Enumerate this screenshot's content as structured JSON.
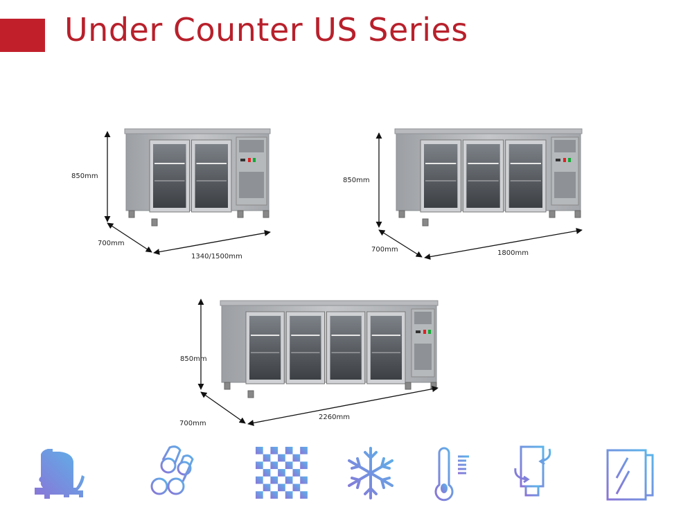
{
  "header": {
    "title": "Under Counter US Series",
    "accent_color": "#c1202b"
  },
  "products": [
    {
      "doors": 2,
      "height_label": "850mm",
      "depth_label": "700mm",
      "width_label": "1340/1500mm"
    },
    {
      "doors": 3,
      "height_label": "850mm",
      "depth_label": "700mm",
      "width_label": "1800mm"
    },
    {
      "doors": 4,
      "height_label": "850mm",
      "depth_label": "700mm",
      "width_label": "2260mm"
    }
  ],
  "feature_icons": [
    "compressor-icon",
    "copper-tubes-icon",
    "checker-insulation-icon",
    "snowflake-icon",
    "thermometer-icon",
    "airflow-icon",
    "glass-door-icon"
  ],
  "icon_gradient": [
    "#5bb4ea",
    "#8a74d6"
  ]
}
